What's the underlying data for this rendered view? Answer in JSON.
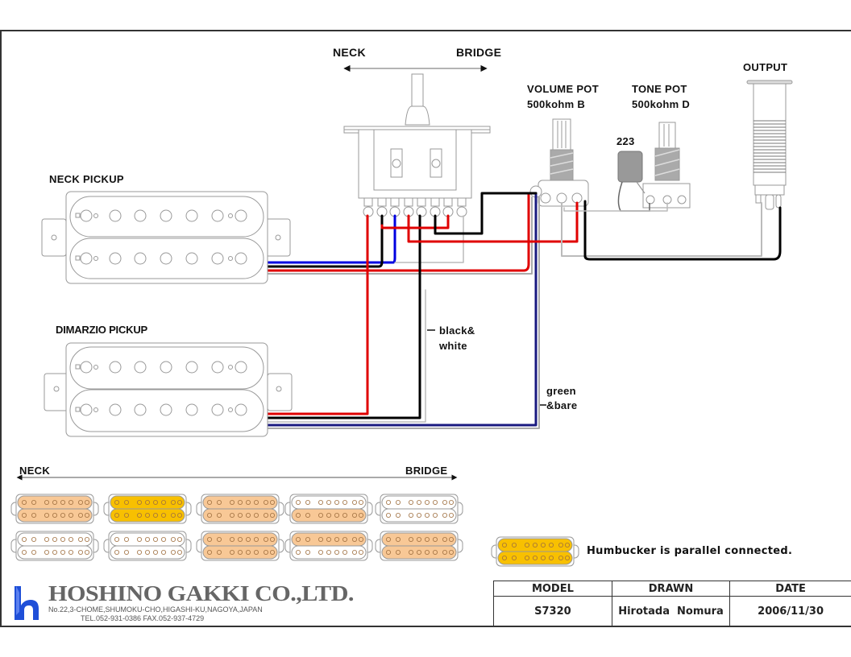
{
  "switch": {
    "direction_left": "NECK",
    "direction_right": "BRIDGE"
  },
  "pots": {
    "volume": {
      "title": "VOLUME POT",
      "value": "500kohm B"
    },
    "tone": {
      "title": "TONE POT",
      "value": "500kohm D"
    },
    "capacitor": "223"
  },
  "output": {
    "label": "OUTPUT"
  },
  "pickups": {
    "neck": {
      "label": "NECK PICKUP"
    },
    "bridge": {
      "label": "DIMARZIO PICKUP"
    }
  },
  "wire_labels": {
    "black_white": [
      "black&",
      "white"
    ],
    "green_bare": [
      "green",
      "&bare"
    ]
  },
  "wire_colors": {
    "red": "#e00000",
    "black": "#000000",
    "blue": "#0000e0",
    "white": "#ffffff",
    "bare": "#aaaaaa",
    "navy": "#1a1a80"
  },
  "positions_legend": {
    "left": "NECK",
    "right": "BRIDGE",
    "active_color": "#f8c896",
    "parallel_color": "#f8c000",
    "rows": [
      [
        {
          "top": "active",
          "bottom": "active"
        },
        {
          "top": "parallel",
          "bottom": "parallel"
        },
        {
          "top": "active",
          "bottom": "active"
        },
        {
          "top": "off",
          "bottom": "active"
        },
        {
          "top": "off",
          "bottom": "off"
        }
      ],
      [
        {
          "top": "off",
          "bottom": "off"
        },
        {
          "top": "off",
          "bottom": "off"
        },
        {
          "top": "active",
          "bottom": "active"
        },
        {
          "top": "active",
          "bottom": "off"
        },
        {
          "top": "active",
          "bottom": "active"
        }
      ]
    ],
    "note": "Humbucker is parallel connected."
  },
  "company": {
    "name": "HOSHINO GAKKI CO.,LTD.",
    "address": "No.22,3-CHOME,SHUMOKU-CHO,HIGASHI-KU,NAGOYA,JAPAN",
    "contact": "TEL.052-931-0386  FAX.052-937-4729",
    "brand_color": "#1f4fd8"
  },
  "title_block": {
    "headers": [
      "MODEL",
      "DRAWN",
      "DATE"
    ],
    "values": [
      "S7320",
      "Hirotada  Nomura",
      "2006/11/30"
    ]
  }
}
